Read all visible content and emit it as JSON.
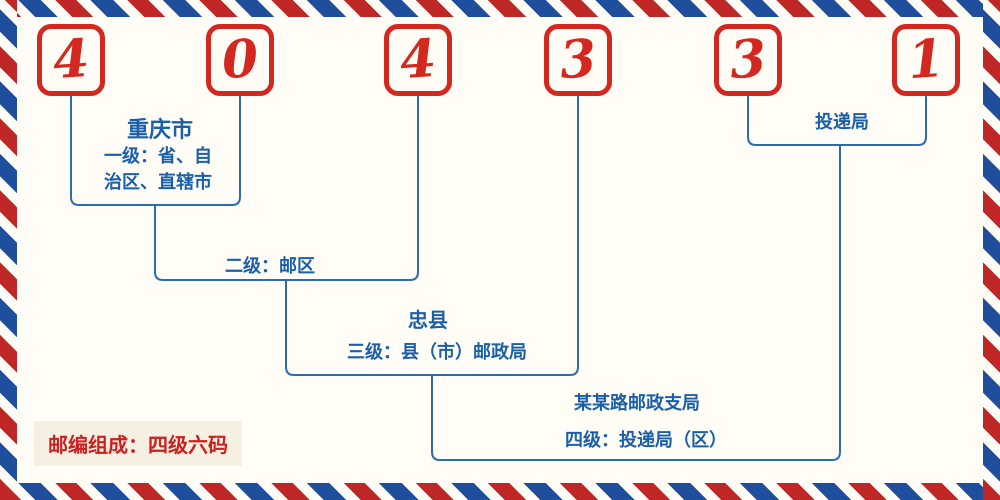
{
  "diagram_title": "postal-code-structure",
  "digits": [
    "4",
    "0",
    "4",
    "3",
    "3",
    "1"
  ],
  "labels": {
    "level1_region": "重庆市",
    "level1_desc_line1": "一级：省、自",
    "level1_desc_line2": "治区、直辖市",
    "level2_desc": "二级：邮区",
    "level3_region": "忠县",
    "level3_desc": "三级：县（市）邮政局",
    "level4_office": "投递局",
    "level4_branch": "某某路邮政支局",
    "level4_desc": "四级：投递局（区）",
    "note": "邮编组成：四级六码"
  },
  "colors": {
    "digit_red": "#d3281f",
    "label_blue": "#1a5fa8",
    "line_blue": "#2b6cb0",
    "note_red": "#cc1f1f",
    "stripe_red": "#bf2626",
    "stripe_blue": "#1f4e9c",
    "background": "#fffdf6",
    "note_background": "#f6f0e2"
  }
}
